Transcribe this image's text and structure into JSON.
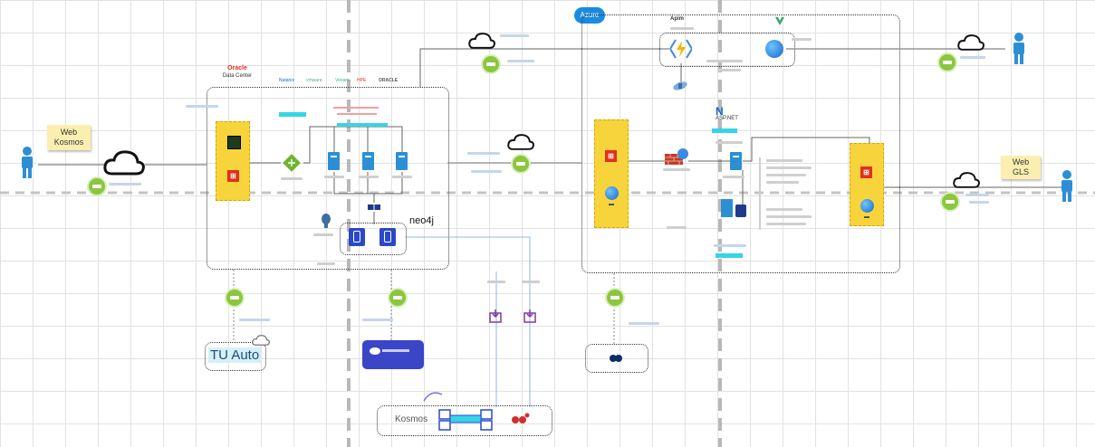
{
  "diagram": {
    "colors": {
      "accent_blue": "#2c8fd6",
      "badge_green": "#8cc63f",
      "highlight_yellow": "#f7d33c",
      "wire_blue": "#8fb8e8",
      "firewall_red": "#e2301f"
    },
    "left_user": {
      "sticky_line1": "Web",
      "sticky_line2": "Kosmos"
    },
    "right_user": {
      "sticky_line1": "Web",
      "sticky_line2": "GLS"
    },
    "oracle_dc": {
      "title": "Oracle",
      "subtitle": "Data Center",
      "vendor_logos": [
        "Nutanix",
        "vmware",
        "Veeam",
        "HPE",
        "ORACLE"
      ]
    },
    "azure": {
      "badge": "Azure",
      "apim_label": "Apim",
      "aspnet_label": "ASP.NET"
    },
    "neo4j_label": "neo4j",
    "tu_auto_label": "TU Auto",
    "kosmos_label": "Kosmos",
    "bottom_center_label": "Kosmos"
  }
}
